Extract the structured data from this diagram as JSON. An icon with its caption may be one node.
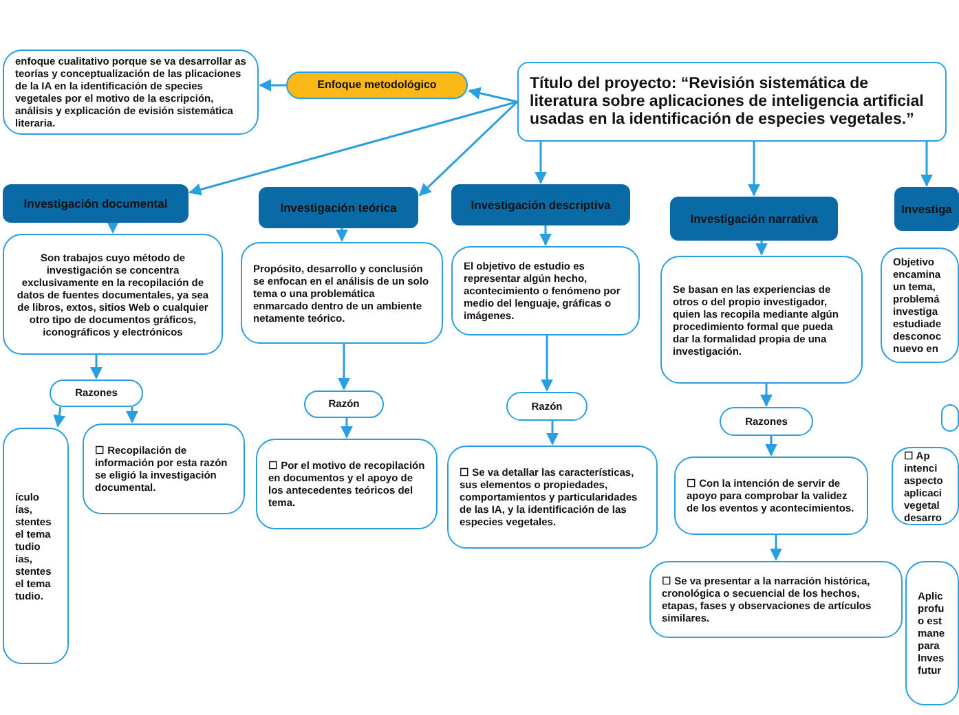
{
  "diagram": {
    "nodes": [
      {
        "text": [
          "Título del proyecto: “Revisión sistemática de literatura sobre aplicaciones de inteligencia artificial usadas en la identificación de especies vegetales.”"
        ]
      },
      {
        "text": [
          "Enfoque metodológico"
        ]
      },
      {
        "text": [
          "enfoque cualitativo porque se va desarrollar as teorías y conceptualización de las plicaciones de la IA en la identificación de species vegetales por el motivo de la escripción, análisis y explicación de evisión sistemática literaria."
        ]
      },
      {
        "text": [
          "Investigación documental"
        ]
      },
      {
        "text": [
          "Son trabajos cuyo método de investigación se concentra exclusivamente en la recopilación de datos de fuentes documentales, ya sea de libros, extos, sitios Web o cualquier otro tipo de documentos gráficos, iconográficos y electrónicos"
        ]
      },
      {
        "text": [
          "Razones"
        ]
      },
      {
        "text": [
          "ículo ías, stentes el tema tudio ías, stentes el tema tudio."
        ]
      },
      {
        "text": [
          "☐ Recopilación de información por esta razón se eligió la investigación documental."
        ]
      },
      {
        "text": [
          "Investigación teórica"
        ]
      },
      {
        "text": [
          "Propósito, desarrollo y conclusión se enfocan en el análisis de un solo tema o una problemática enmarcado dentro de un ambiente netamente teórico."
        ]
      },
      {
        "text": [
          "Razón"
        ]
      },
      {
        "text": [
          "☐ Por el motivo de recopilación en documentos y el apoyo de los antecedentes teóricos del tema."
        ]
      },
      {
        "text": [
          "Investigación descriptiva"
        ]
      },
      {
        "text": [
          "El objetivo de estudio es representar algún hecho, acontecimiento o fenómeno por medio del lenguaje, gráficas o imágenes."
        ]
      },
      {
        "text": [
          "Razón"
        ]
      },
      {
        "text": [
          "☐ Se va detallar las características, sus elementos o propiedades, comportamientos y particularidades de las IA, y la identificación de las especies vegetales."
        ]
      },
      {
        "text": [
          "Investigación narrativa"
        ]
      },
      {
        "text": [
          "Se basan en las experiencias de otros o del propio investigador, quien las recopila mediante algún procedimiento formal que pueda dar la formalidad propia de una investigación."
        ]
      },
      {
        "text": [
          "Razones"
        ]
      },
      {
        "text": [
          "☐ Con la intención de servir de apoyo para comprobar la validez de los eventos y acontecimientos."
        ]
      },
      {
        "text": [
          "☐ Se va presentar a la narración histórica, cronológica o secuencial de los hechos, etapas, fases y observaciones de artículos similares."
        ]
      },
      {
        "text": [
          "Investiga"
        ]
      },
      {
        "text": [
          "Objetivo encamina un tema, problemá investiga estudiade desconoc nuevo en"
        ]
      },
      {
        "text": [],
        "shape": "box"
      },
      {
        "text": [
          "☐ Ap intenci aspecto aplicaci vegetal desarro"
        ]
      },
      {
        "text": [
          "Aplic profu o est mane para Inves futur"
        ]
      }
    ],
    "edges": [
      {
        "from": 0,
        "to": 1,
        "arrow": "to"
      },
      {
        "from": 1,
        "to": 2,
        "arrow": "to"
      },
      {
        "from": 0,
        "to": 3,
        "arrow": "to"
      },
      {
        "from": 0,
        "to": 8,
        "arrow": "to"
      },
      {
        "from": 0,
        "to": 12,
        "arrow": "to"
      },
      {
        "from": 0,
        "to": 16,
        "arrow": "to"
      },
      {
        "from": 0,
        "to": 21,
        "arrow": "to"
      },
      {
        "from": 3,
        "to": 4,
        "arrow": "to"
      },
      {
        "from": 4,
        "to": 5,
        "arrow": "to"
      },
      {
        "from": 5,
        "to": 6,
        "arrow": "to"
      },
      {
        "from": 5,
        "to": 7,
        "arrow": "to"
      },
      {
        "from": 8,
        "to": 9,
        "arrow": "to"
      },
      {
        "from": 9,
        "to": 10,
        "arrow": "to"
      },
      {
        "from": 10,
        "to": 11,
        "arrow": "to"
      },
      {
        "from": 12,
        "to": 13,
        "arrow": "to"
      },
      {
        "from": 13,
        "to": 14,
        "arrow": "to"
      },
      {
        "from": 14,
        "to": 15,
        "arrow": "to"
      },
      {
        "from": 16,
        "to": 17,
        "arrow": "to"
      },
      {
        "from": 17,
        "to": 18,
        "arrow": "to"
      },
      {
        "from": 18,
        "to": 19,
        "arrow": "to"
      },
      {
        "from": 19,
        "to": 20,
        "arrow": "to"
      }
    ]
  }
}
